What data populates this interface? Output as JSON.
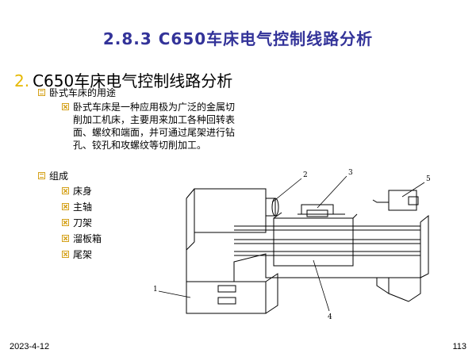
{
  "slide": {
    "title": "2.8.3   C650车床电气控制线路分析",
    "heading_number": "2.",
    "heading_text": "C650车床电气控制线路分析"
  },
  "sections": {
    "usage_label": "卧式车床的用途",
    "usage_text": "卧式车床是一种应用极为广泛的金属切削加工机床，主要用来加工各种回转表面、螺纹和端面，并可通过尾架进行钻孔、铰孔和攻螺纹等切削加工。",
    "composition_label": "组成",
    "parts": [
      "床身",
      "主轴",
      "刀架",
      "溜板箱",
      "尾架"
    ]
  },
  "diagram": {
    "callouts": [
      "1",
      "2",
      "3",
      "4",
      "5"
    ]
  },
  "footer": {
    "date": "2023-4-12",
    "page": "113"
  },
  "colors": {
    "title": "#333399",
    "bullet_number": "#e6b800",
    "icon": "#d4a017"
  }
}
